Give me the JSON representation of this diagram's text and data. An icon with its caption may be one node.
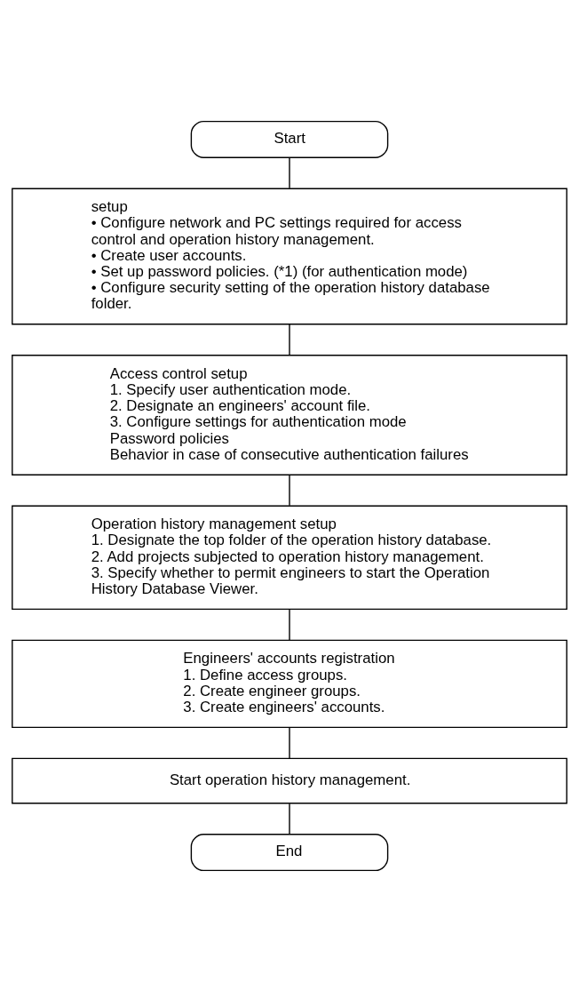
{
  "diagram": {
    "nodes": [
      {
        "text": [
          "Start"
        ]
      },
      {
        "text": [
          "setup",
          "• Configure network and PC settings required for access control and operation history management.",
          "• Create user accounts.",
          "• Set up password policies. (*1) (for authentication mode)",
          "• Configure security setting of the operation history database folder."
        ]
      },
      {
        "text": [
          "Access control setup",
          "1. Specify user authentication mode.",
          "2. Designate an engineers' account file.",
          "3. Configure settings for authentication mode",
          "Password policies",
          "Behavior in case of consecutive authentication failures"
        ]
      },
      {
        "text": [
          "Operation history management setup",
          "1. Designate the top folder of the operation history database.",
          "2. Add projects subjected to operation history management.",
          "3. Specify whether to permit engineers to start the Operation History Database Viewer."
        ]
      },
      {
        "text": [
          "Engineers' accounts registration",
          "1. Define access groups.",
          "2. Create engineer groups.",
          "3. Create engineers' accounts."
        ]
      },
      {
        "text": [
          "Start operation history management."
        ]
      },
      {
        "text": [
          "End"
        ]
      }
    ],
    "edges": [
      {
        "from": 0,
        "to": 1,
        "arrow": "none"
      },
      {
        "from": 1,
        "to": 2,
        "arrow": "none"
      },
      {
        "from": 2,
        "to": 3,
        "arrow": "none"
      },
      {
        "from": 3,
        "to": 4,
        "arrow": "none"
      },
      {
        "from": 4,
        "to": 5,
        "arrow": "none"
      },
      {
        "from": 5,
        "to": 6,
        "arrow": "none"
      }
    ]
  }
}
